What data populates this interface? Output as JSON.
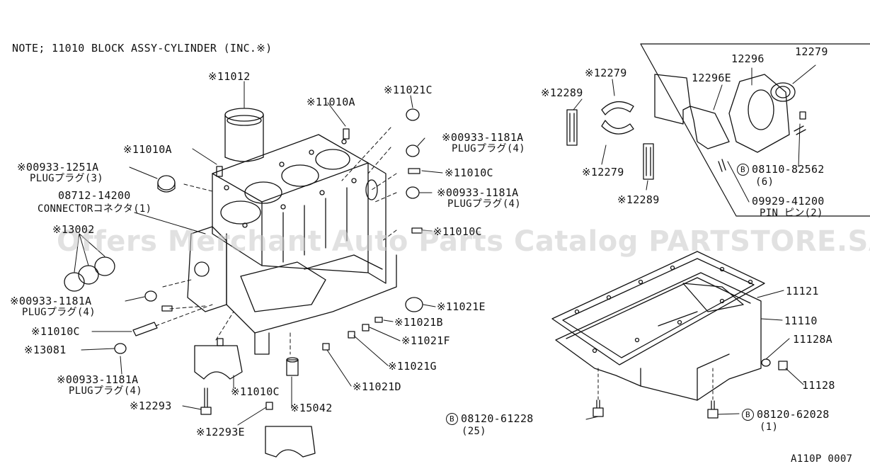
{
  "note": "NOTE; 11010 BLOCK ASSY-CYLINDER (INC.※)",
  "watermark": "Offers Merchant Auto Parts Catalog PARTSTORE.SA",
  "figure_code": "A110P 0007",
  "labels": {
    "p11012": "※11012",
    "p11010A_top": "※11010A",
    "p11021C": "※11021C",
    "p11010A_left": "※11010A",
    "p00933_1251A": "※00933-1251A",
    "p00933_1251A_sub": "PLUGプラグ(3)",
    "p00933_1181A_r1": "※00933-1181A",
    "p00933_1181A_r1_sub": "PLUGプラグ(4)",
    "p11010C_r1": "※11010C",
    "p00933_1181A_r2": "※00933-1181A",
    "p00933_1181A_r2_sub": "PLUGプラグ(4)",
    "p08712": "08712-14200",
    "p08712_sub": "CONNECTORコネクタ(1)",
    "p11010C_r2": "※11010C",
    "p13002": "※13002",
    "p00933_1181A_l": "※00933-1181A",
    "p00933_1181A_l_sub": "PLUGプラグ(4)",
    "p11021E": "※11021E",
    "p11010C_l": "※11010C",
    "p11021B": "※11021B",
    "p13081": "※13081",
    "p11021F": "※11021F",
    "p00933_1181A_b": "※00933-1181A",
    "p00933_1181A_b_sub": "PLUGプラグ(4)",
    "p11021G": "※11021G",
    "p11010C_b": "※11010C",
    "p11021D": "※11021D",
    "p12293": "※12293",
    "p15042": "※15042",
    "p12293E": "※12293E",
    "p12279_top": "※12279",
    "p12289_top": "※12289",
    "p12279_bot": "※12279",
    "p12289_bot": "※12289",
    "p12296": "12296",
    "p12279_seal": "12279",
    "p12296E": "12296E",
    "p08110": "08110-82562",
    "p08110_qty": "(6)",
    "p09929": "09929-41200",
    "p09929_sub": "PIN ピン(2)",
    "p11121": "11121",
    "p11110": "11110",
    "p11128A": "11128A",
    "p11128": "11128",
    "p08120_61228": "08120-61228",
    "p08120_61228_qty": "(25)",
    "p08120_62028": "08120-62028",
    "p08120_62028_qty": "(1)",
    "bolt_mark": "B"
  }
}
